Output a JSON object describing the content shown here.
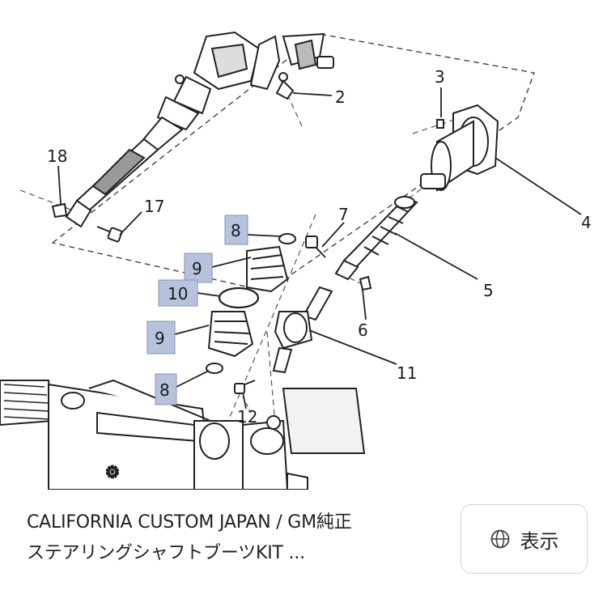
{
  "diagram": {
    "callouts": {
      "c2": "2",
      "c3": "3",
      "c4": "4",
      "c5": "5",
      "c6": "6",
      "c7": "7",
      "c11": "11",
      "c12": "12",
      "c17": "17",
      "c18": "18"
    },
    "highlighted_callouts": {
      "h8a": "8",
      "h9a": "9",
      "h10": "10",
      "h9b": "9",
      "h8b": "8"
    },
    "highlight_color": "#b7c3dc"
  },
  "caption": {
    "line1": "CALIFORNIA CUSTOM JAPAN / GM純正",
    "line2": "ステアリングシャフトブーツKIT ..."
  },
  "view_button": {
    "icon": "globe-icon",
    "label": "表示"
  }
}
